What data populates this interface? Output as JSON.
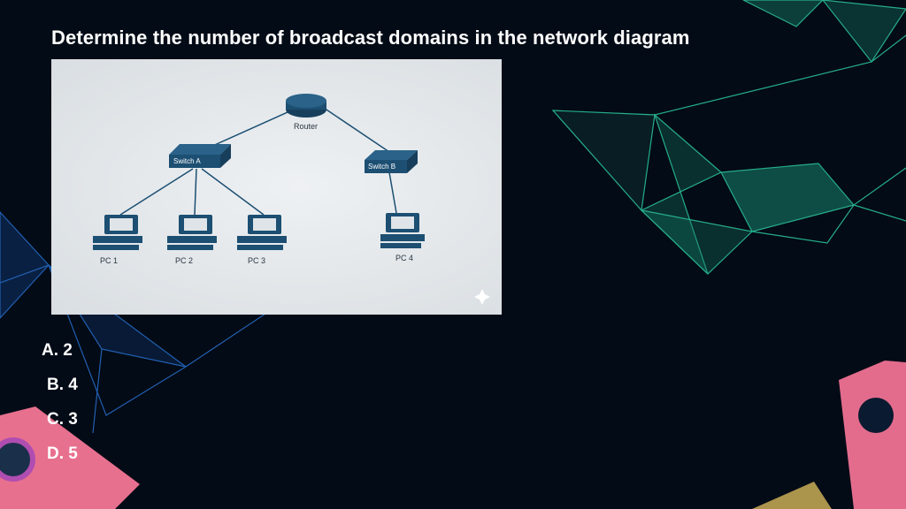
{
  "question": "Determine the number of broadcast domains in the network diagram",
  "diagram": {
    "router_label": "Router",
    "switches": [
      "Switch A",
      "Switch B"
    ],
    "pcs": [
      "PC 1",
      "PC 2",
      "PC 3",
      "PC 4"
    ],
    "icon_color": "#1c4f72"
  },
  "options": [
    "A. 2",
    "B. 4",
    "C. 3",
    "D. 5"
  ]
}
